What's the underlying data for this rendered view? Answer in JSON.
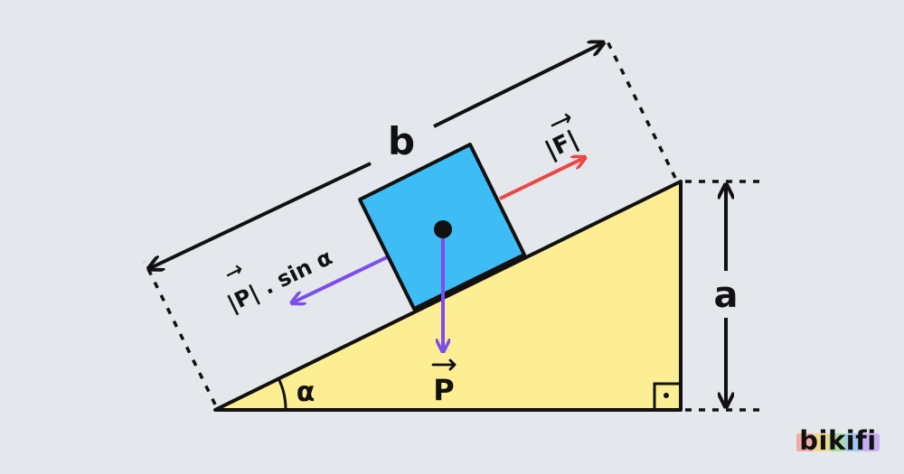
{
  "labels": {
    "side_b": "b",
    "side_a": "a",
    "angle": "α",
    "weight": "P",
    "force_magnitude": "|F|",
    "component": "|P| . sin α"
  },
  "logo": {
    "text": "bikifi"
  },
  "colors": {
    "background": "#e4e7eb",
    "incline_fill": "#fdee94",
    "block_fill": "#3dbcf6",
    "force_arrow": "#ee4444",
    "weight_arrow": "#7c4dee",
    "component_arrow": "#7c4dee",
    "line": "#111111"
  },
  "icons": {
    "right_angle": "right-angle-marker-icon",
    "logo": "bikifi-logo-icon"
  }
}
